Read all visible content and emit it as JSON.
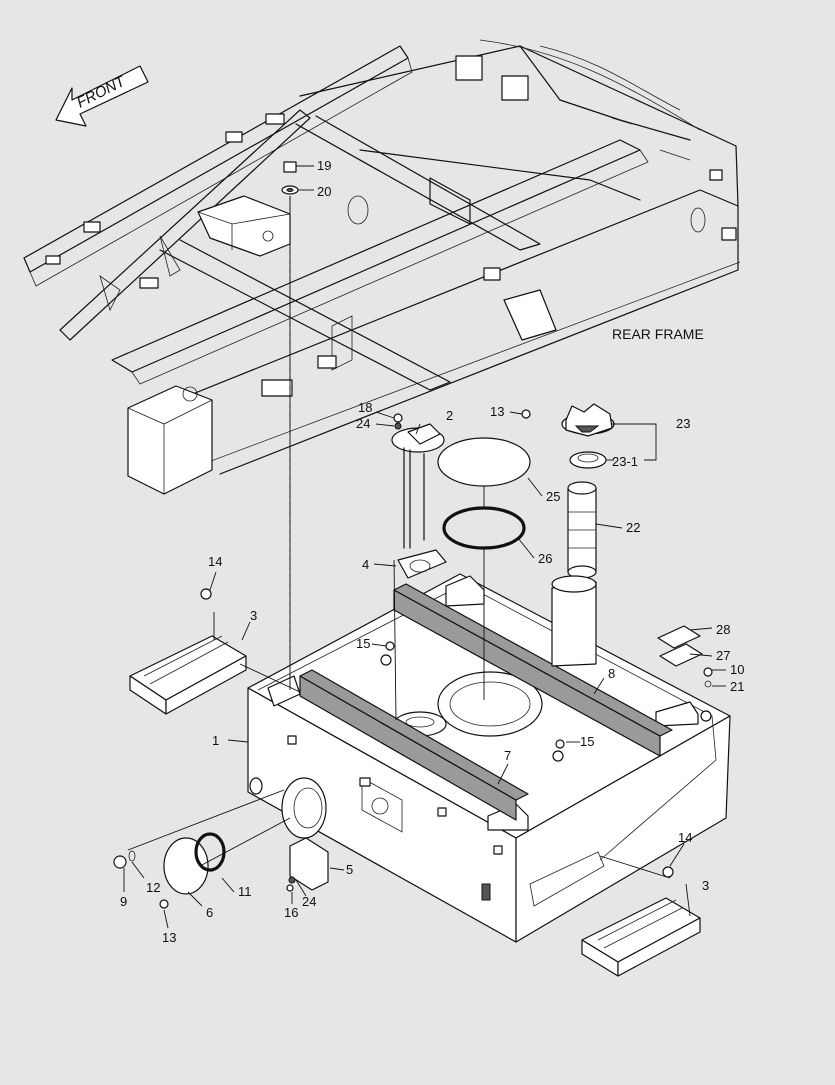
{
  "front_arrow": {
    "label": "FRONT"
  },
  "rear_frame": {
    "label": "REAR FRAME"
  },
  "callouts": {
    "c1": "1",
    "c2": "2",
    "c3a": "3",
    "c3b": "3",
    "c4": "4",
    "c5": "5",
    "c6": "6",
    "c7": "7",
    "c8": "8",
    "c9": "9",
    "c10": "10",
    "c11": "11",
    "c12": "12",
    "c13a": "13",
    "c13b": "13",
    "c14a": "14",
    "c14b": "14",
    "c15a": "15",
    "c15b": "15",
    "c16": "16",
    "c18": "18",
    "c19": "19",
    "c20": "20",
    "c21": "21",
    "c22": "22",
    "c23": "23",
    "c23_1": "23-1",
    "c24a": "24",
    "c24b": "24",
    "c25": "25",
    "c26": "26",
    "c27": "27",
    "c28": "28"
  },
  "colors": {
    "background": "#e6e6e6",
    "line": "#111111",
    "gray_fill": "#9a9a9a"
  }
}
